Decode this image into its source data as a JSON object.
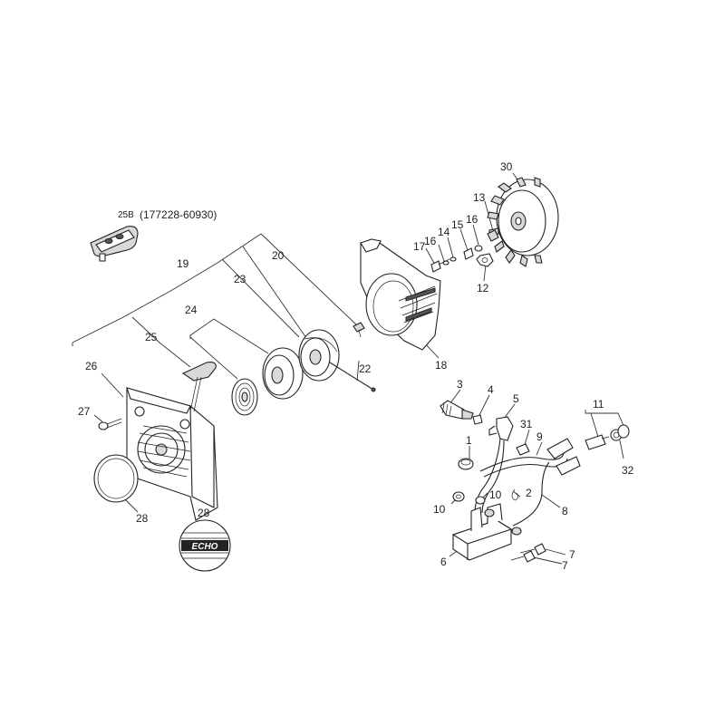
{
  "callouts": [
    {
      "id": "25B",
      "text": "25B"
    },
    {
      "id": "25B-pn",
      "text": "(177228-60930)"
    },
    {
      "id": "19",
      "text": "19"
    },
    {
      "id": "20",
      "text": "20"
    },
    {
      "id": "22",
      "text": "22"
    },
    {
      "id": "23",
      "text": "23"
    },
    {
      "id": "24",
      "text": "24"
    },
    {
      "id": "25",
      "text": "25"
    },
    {
      "id": "26",
      "text": "26"
    },
    {
      "id": "27",
      "text": "27"
    },
    {
      "id": "28a",
      "text": "28"
    },
    {
      "id": "28b",
      "text": "28"
    },
    {
      "id": "18",
      "text": "18"
    },
    {
      "id": "30",
      "text": "30"
    },
    {
      "id": "13",
      "text": "13"
    },
    {
      "id": "17",
      "text": "17"
    },
    {
      "id": "16a",
      "text": "16"
    },
    {
      "id": "14",
      "text": "14"
    },
    {
      "id": "15",
      "text": "15"
    },
    {
      "id": "16b",
      "text": "16"
    },
    {
      "id": "12",
      "text": "12"
    },
    {
      "id": "3",
      "text": "3"
    },
    {
      "id": "4",
      "text": "4"
    },
    {
      "id": "5",
      "text": "5"
    },
    {
      "id": "31",
      "text": "31"
    },
    {
      "id": "9",
      "text": "9"
    },
    {
      "id": "11",
      "text": "11"
    },
    {
      "id": "32",
      "text": "32"
    },
    {
      "id": "1",
      "text": "1"
    },
    {
      "id": "2",
      "text": "2"
    },
    {
      "id": "10a",
      "text": "10"
    },
    {
      "id": "10b",
      "text": "10"
    },
    {
      "id": "8",
      "text": "8"
    },
    {
      "id": "6",
      "text": "6"
    },
    {
      "id": "7a",
      "text": "7"
    },
    {
      "id": "7b",
      "text": "7"
    }
  ],
  "badge_text": "ECHO"
}
